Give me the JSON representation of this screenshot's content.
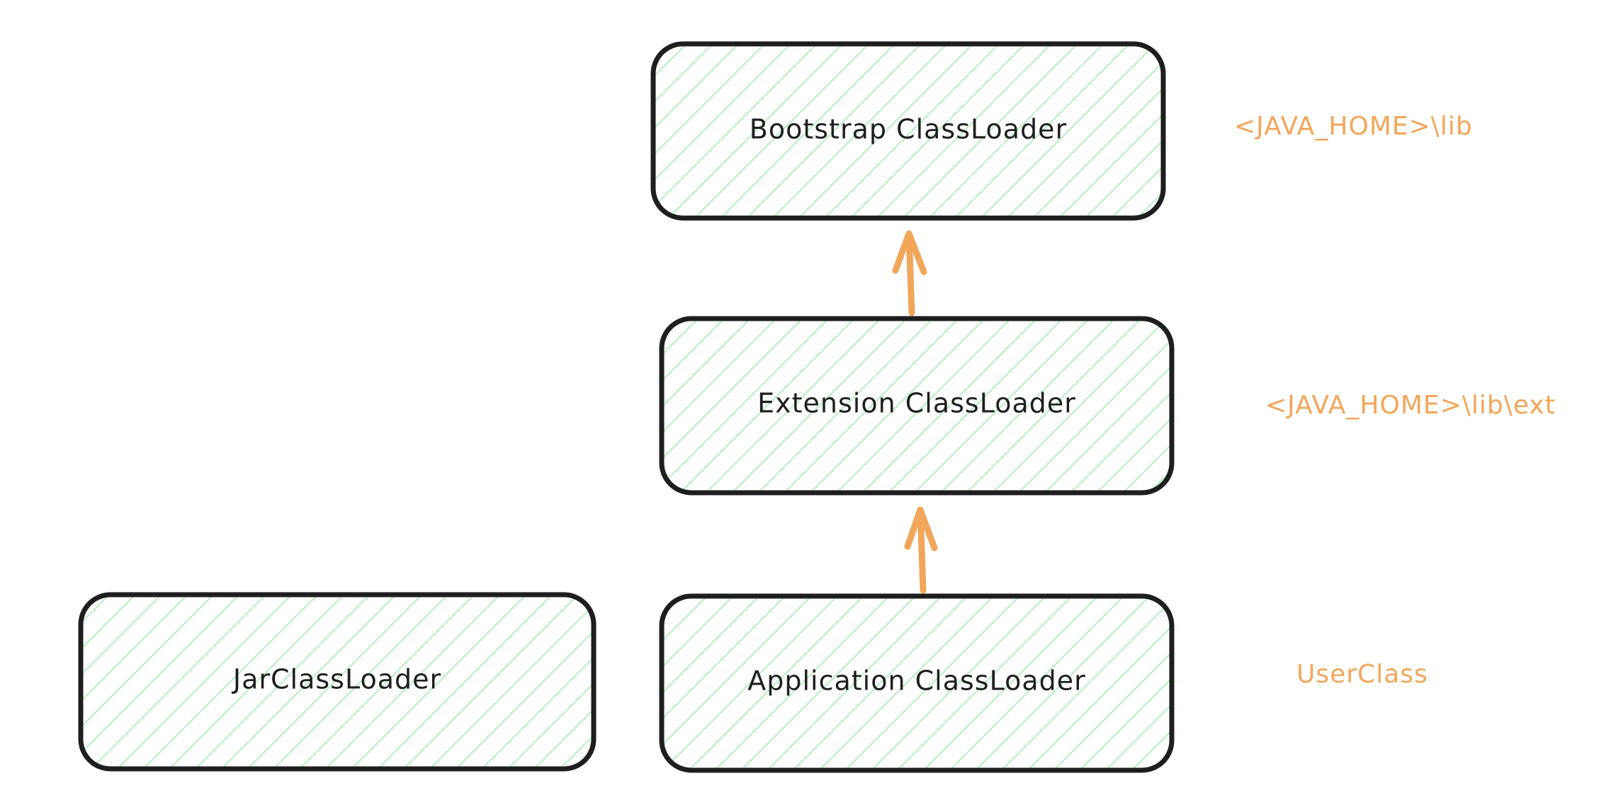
{
  "colors": {
    "box_stroke": "#1e1e1e",
    "box_hatch": "#b2f2bb",
    "arrow": "#f2a65a",
    "label_text": "#1e1e1e",
    "path_text": "#f2a65a",
    "background": "#ffffff"
  },
  "nodes": {
    "bootstrap": {
      "label": "Bootstrap ClassLoader"
    },
    "extension": {
      "label": "Extension ClassLoader"
    },
    "application": {
      "label": "Application ClassLoader"
    },
    "jar": {
      "label": "JarClassLoader"
    }
  },
  "paths": {
    "bootstrap": "<JAVA_HOME>\\lib",
    "extension": "<JAVA_HOME>\\lib\\ext",
    "application": "UserClass"
  }
}
